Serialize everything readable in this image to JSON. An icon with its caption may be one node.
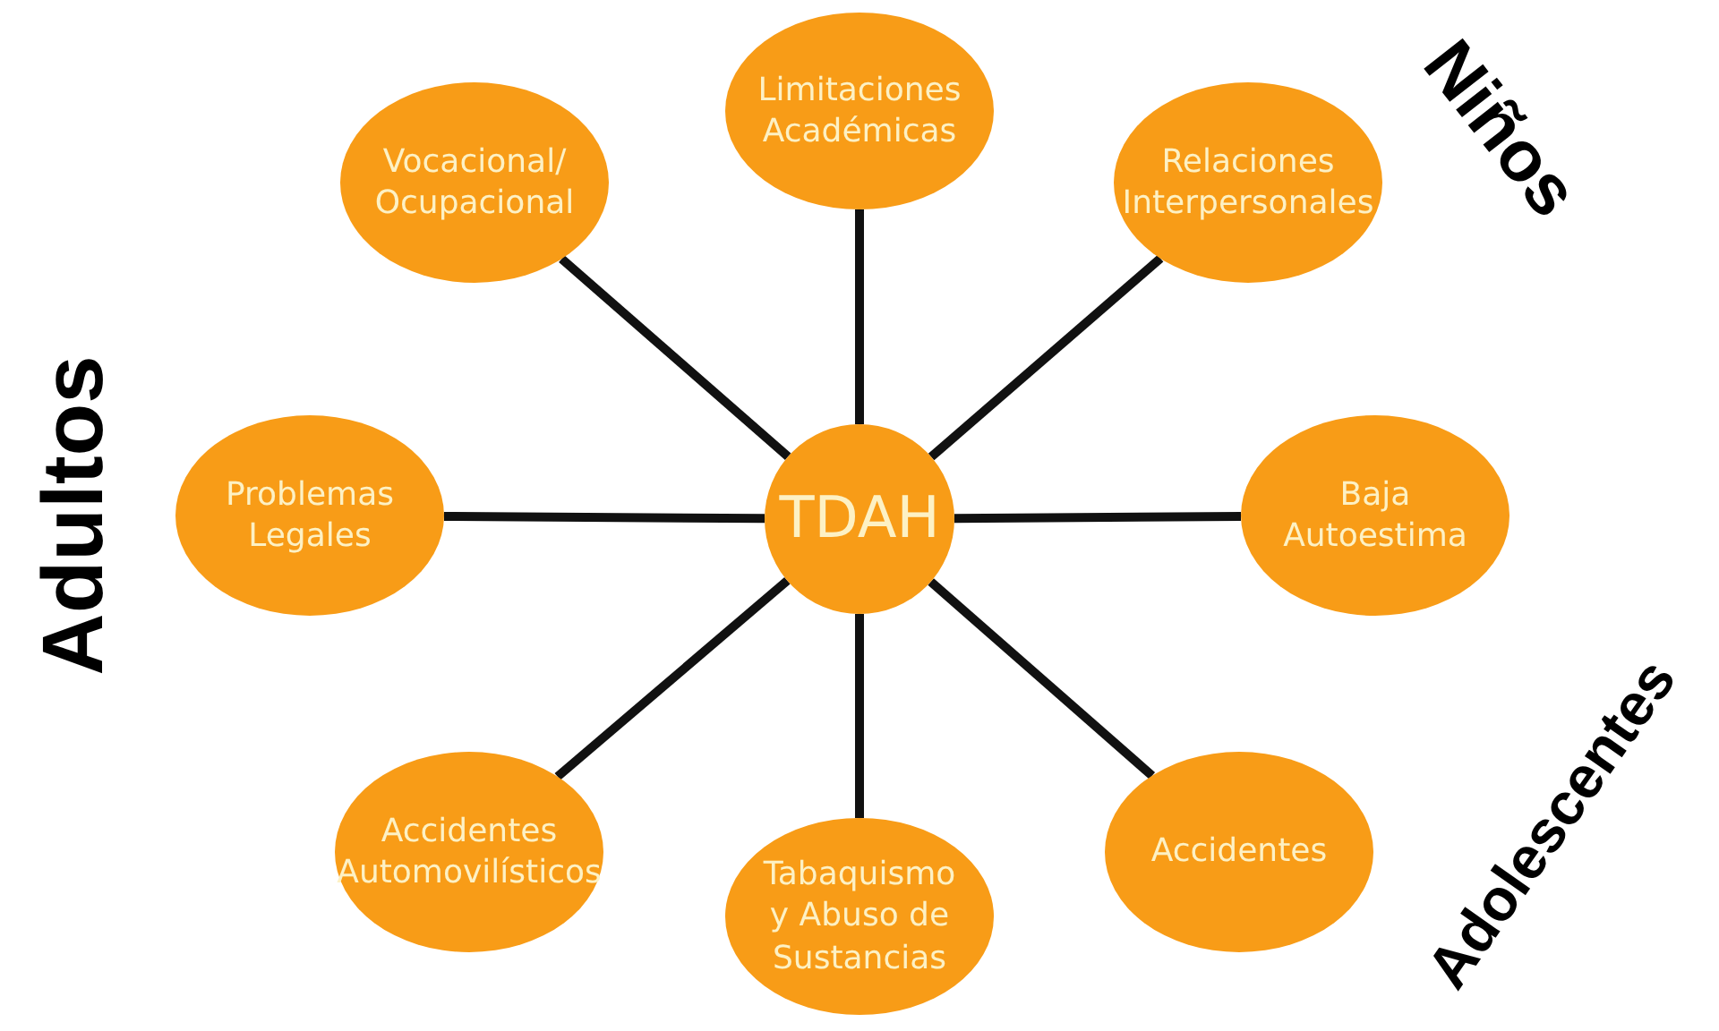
{
  "diagram": {
    "nodes": [
      {
        "text": [
          "TDAH"
        ]
      },
      {
        "text": [
          "Limitaciones Académicas"
        ]
      },
      {
        "text": [
          "Vocacional/ Ocupacional"
        ]
      },
      {
        "text": [
          "Relaciones Interpersonales"
        ]
      },
      {
        "text": [
          "Problemas Legales"
        ]
      },
      {
        "text": [
          "Baja Autoestima"
        ]
      },
      {
        "text": [
          "Accidentes Automovilísticos"
        ]
      },
      {
        "text": [
          "Accidentes"
        ]
      },
      {
        "text": [
          "Tabaquismo y Abuso de Sustancias"
        ]
      }
    ],
    "edges": [
      {
        "from": 0,
        "to": 1,
        "arrow": "none"
      },
      {
        "from": 0,
        "to": 2,
        "arrow": "none"
      },
      {
        "from": 0,
        "to": 3,
        "arrow": "none"
      },
      {
        "from": 0,
        "to": 4,
        "arrow": "none"
      },
      {
        "from": 0,
        "to": 5,
        "arrow": "none"
      },
      {
        "from": 0,
        "to": 6,
        "arrow": "none"
      },
      {
        "from": 0,
        "to": 7,
        "arrow": "none"
      },
      {
        "from": 0,
        "to": 8,
        "arrow": "none"
      }
    ],
    "labels": [
      "Niños",
      "Adultos",
      "Adolescentes"
    ]
  }
}
